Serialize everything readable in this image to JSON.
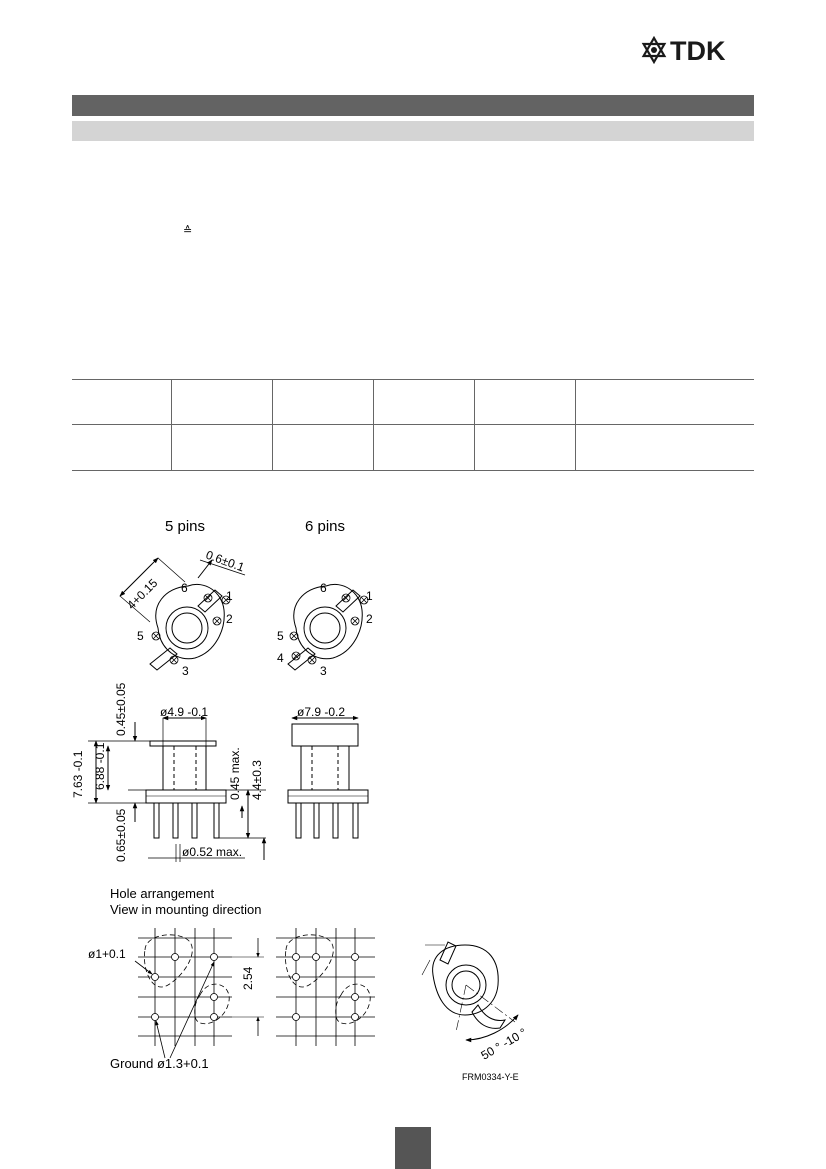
{
  "header": {
    "brand": "TDK",
    "equiv_symbol": "≙"
  },
  "drawing": {
    "headings": {
      "five_pins": "5 pins",
      "six_pins": "6 pins"
    },
    "top_view_5": {
      "dim_width": "4+0.15",
      "dim_slot": "0.6±0.1",
      "pins": [
        "6",
        "1",
        "2",
        "5",
        "3"
      ]
    },
    "top_view_6": {
      "pins": [
        "6",
        "1",
        "2",
        "5",
        "4",
        "3"
      ]
    },
    "side_view_5": {
      "dia_top": "ø4.9 -0.1",
      "h_total": "7.63 -0.1",
      "h_body": "6.88 -0.1",
      "flange_top": "0.45±0.05",
      "flange_bottom": "0.65±0.05",
      "pin_thickness": "0.45 max.",
      "pin_length": "4.4±0.3",
      "pin_dia": "ø0.52 max."
    },
    "side_view_6": {
      "dia_top": "ø7.9 -0.2"
    },
    "hole_arrangement": {
      "title": "Hole arrangement",
      "subtitle": "View in mounting direction",
      "hole_dia": "ø1+0.1",
      "pitch": "2.54",
      "ground": "Ground ø1.3+0.1"
    },
    "angle_view": {
      "angle": "50 ° -10 °"
    },
    "drawing_id": "FRM0334-Y-E"
  }
}
